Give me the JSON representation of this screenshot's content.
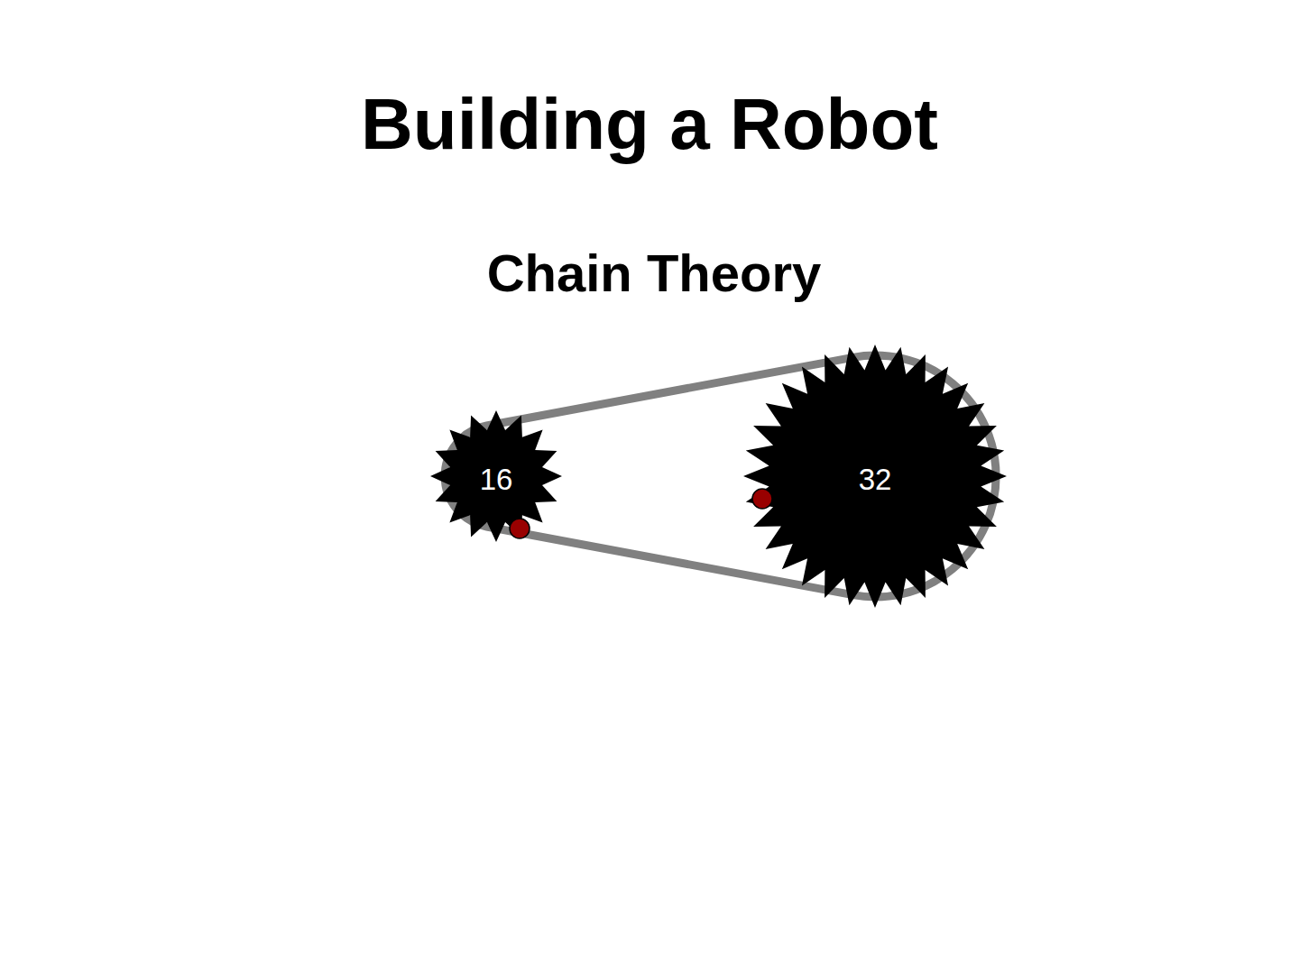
{
  "diagram": {
    "title": "Building a Robot",
    "nodes": [
      {
        "text": [
          "16"
        ]
      },
      {
        "text": [
          "32"
        ]
      }
    ],
    "edges": [
      {
        "from": 0,
        "to": 1,
        "arrow": "none"
      }
    ],
    "labels": [
      "Chain Theory"
    ]
  }
}
